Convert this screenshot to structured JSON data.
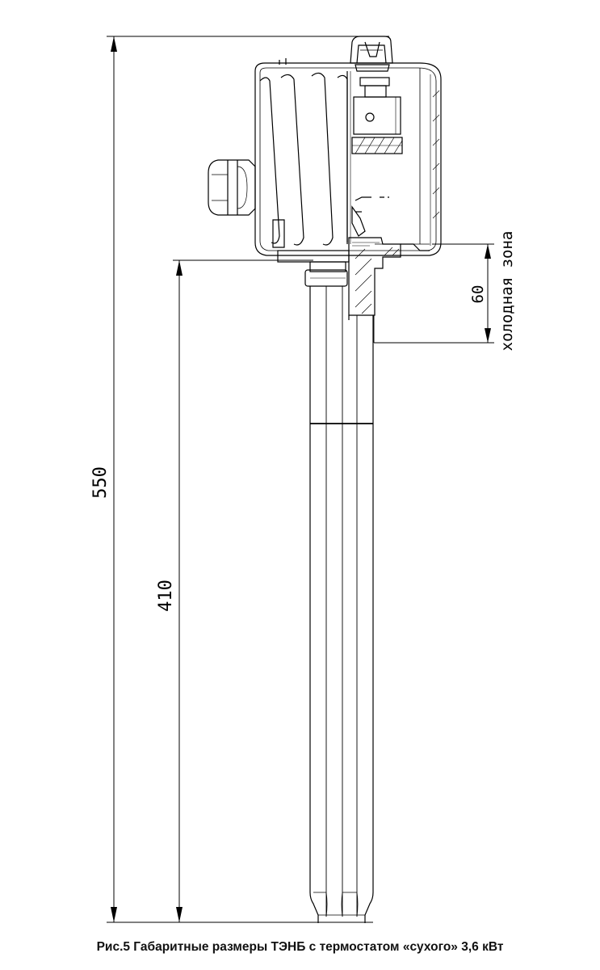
{
  "dimensions": {
    "overall_height": "550",
    "immersion_length": "410",
    "cold_zone_length": "60",
    "cold_zone_label": "холодная зона"
  },
  "caption": "Рис.5 Габаритные размеры ТЭНБ с термостатом «сухого» 3,6 кВт"
}
